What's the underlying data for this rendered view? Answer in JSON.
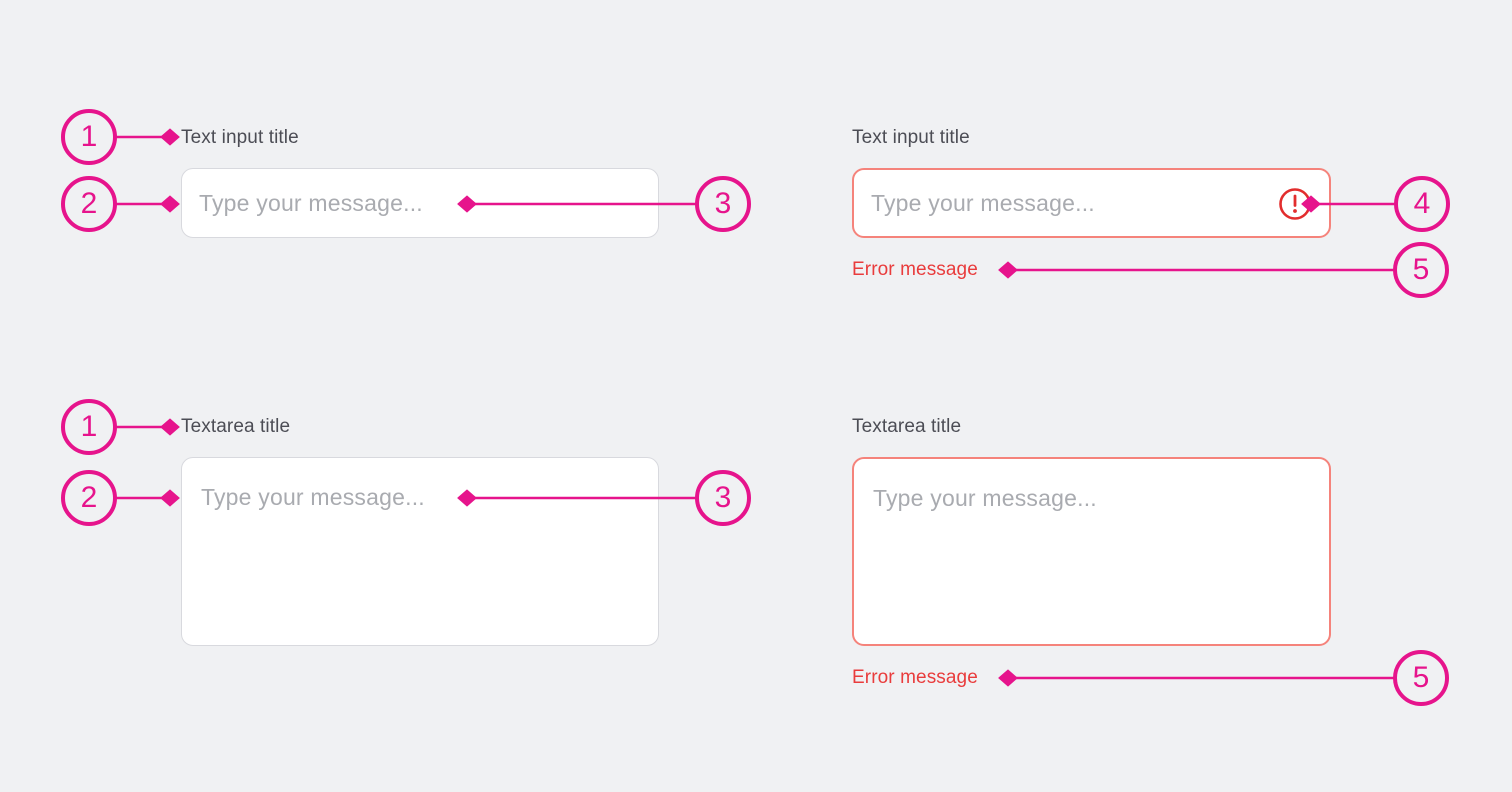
{
  "colors": {
    "background": "#F0F1F3",
    "annotation_pink": "#E6148C",
    "input_border_default": "#D8D9DE",
    "input_border_error": "#F5837B",
    "error_text": "#E93C3C",
    "error_icon": "#E22D2D",
    "title_text": "#4C4D55",
    "placeholder_text": "#A9ABB0",
    "input_background": "#FFFFFF"
  },
  "components": {
    "text_input_default": {
      "title": "Text input title",
      "placeholder": "Type your message..."
    },
    "text_input_error": {
      "title": "Text input title",
      "placeholder": "Type your message...",
      "error_message": "Error message"
    },
    "textarea_default": {
      "title": "Textarea title",
      "placeholder": "Type your message..."
    },
    "textarea_error": {
      "title": "Textarea title",
      "placeholder": "Type your message...",
      "error_message": "Error message"
    }
  },
  "callouts": {
    "labels": {
      "title": "1",
      "field": "2",
      "placeholder": "3",
      "error_icon": "4",
      "error_message": "5"
    }
  }
}
